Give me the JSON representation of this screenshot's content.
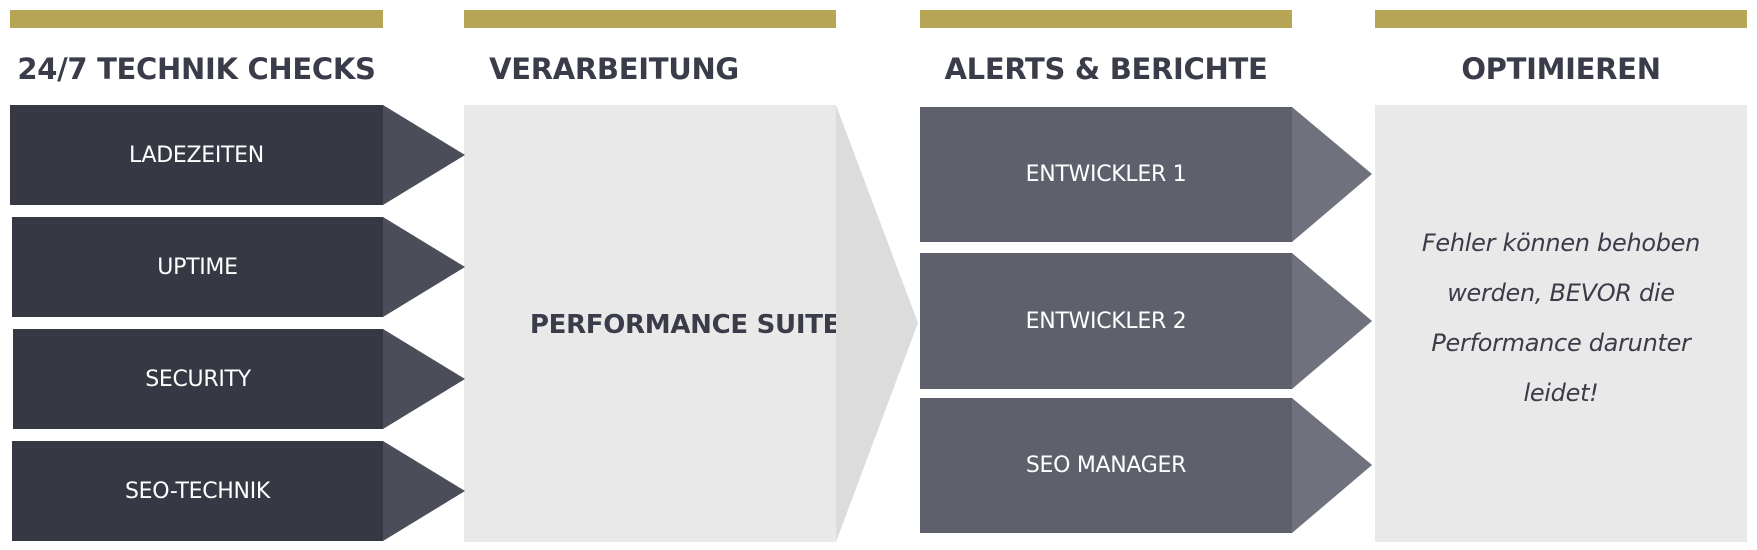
{
  "colors": {
    "gold": "#b5a554",
    "dark_box": "#363944",
    "dark_arrow": "#4b4d59",
    "mid_box": "#5e606c",
    "mid_arrow": "#6f717c",
    "panel": "#e9e9e9",
    "big_arrow": "#dcdcdc",
    "heading_text": "#3a3c49"
  },
  "columns": [
    {
      "heading": "24/7 TECHNIK CHECKS"
    },
    {
      "heading": "VERARBEITUNG"
    },
    {
      "heading": "ALERTS & BERICHTE"
    },
    {
      "heading": "OPTIMIEREN"
    }
  ],
  "checks": [
    "LADEZEITEN",
    "UPTIME",
    "SECURITY",
    "SEO-TECHNIK"
  ],
  "processing": {
    "label": "PERFORMANCE SUITE"
  },
  "alerts": [
    "ENTWICKLER 1",
    "ENTWICKLER 2",
    "SEO MANAGER"
  ],
  "optimize": {
    "lines": [
      "Fehler können behoben",
      "werden, BEVOR die",
      "Performance darunter",
      "leidet!"
    ]
  }
}
